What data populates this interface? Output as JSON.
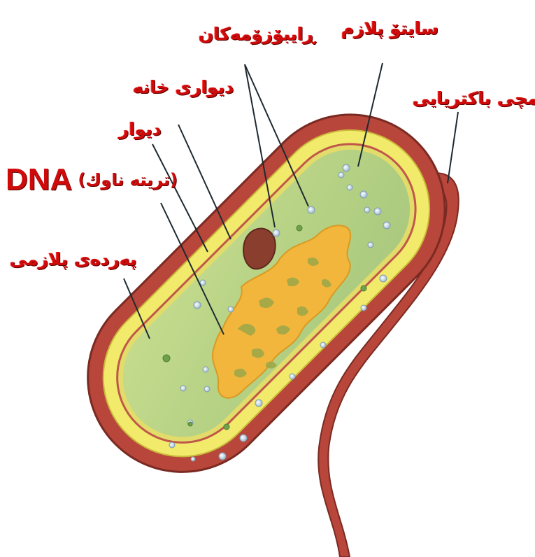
{
  "labels": {
    "ribosomes": "ڕایبۆزۆمەکان",
    "cytoplasm": "سایتۆ پلازم",
    "flagellum": "قامچی باکتریایی",
    "cell_wall": "دیواری خانە",
    "capsule": "دیوار",
    "dna_en": "DNA",
    "dna_ku": "(تریتە ناوك)",
    "plasma_membrane": "پەردەی پلازمی"
  },
  "colors": {
    "label_red": "#cf0a0a",
    "capsule_brown": "#b8463a",
    "cell_wall_yellow": "#f2ea6a",
    "cytoplasm_green": "#b9d68a",
    "nucleoid_orange": "#f2b63c",
    "ribosome_blue": "#c9dde8"
  }
}
